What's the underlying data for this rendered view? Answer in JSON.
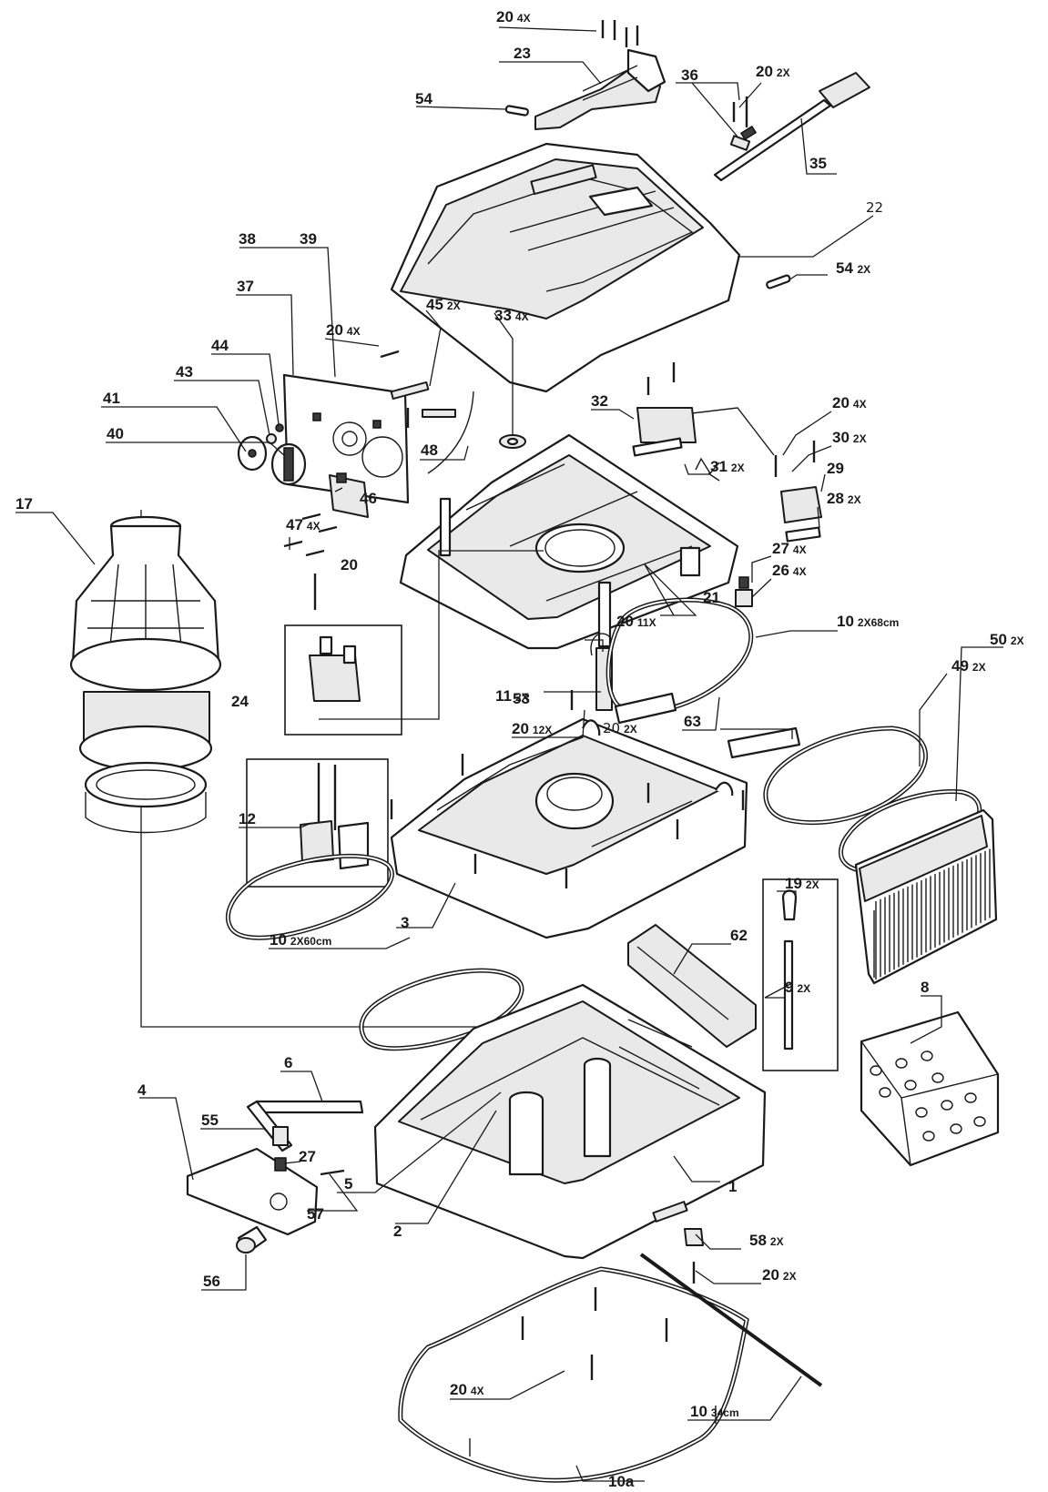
{
  "labels": [
    {
      "num": "20",
      "suffix": "4X"
    },
    {
      "num": "23",
      "suffix": ""
    },
    {
      "num": "54",
      "suffix": ""
    },
    {
      "num": "36",
      "suffix": ""
    },
    {
      "num": "20",
      "suffix": "2X"
    },
    {
      "num": "35",
      "suffix": ""
    },
    {
      "num": "22",
      "suffix": ""
    },
    {
      "num": "54",
      "suffix": "2X"
    },
    {
      "num": "38",
      "suffix": ""
    },
    {
      "num": "39",
      "suffix": ""
    },
    {
      "num": "37",
      "suffix": ""
    },
    {
      "num": "20",
      "suffix": "4X"
    },
    {
      "num": "45",
      "suffix": "2X"
    },
    {
      "num": "33",
      "suffix": "4X"
    },
    {
      "num": "44",
      "suffix": ""
    },
    {
      "num": "43",
      "suffix": ""
    },
    {
      "num": "41",
      "suffix": ""
    },
    {
      "num": "40",
      "suffix": ""
    },
    {
      "num": "32",
      "suffix": ""
    },
    {
      "num": "20",
      "suffix": "4X"
    },
    {
      "num": "30",
      "suffix": "2X"
    },
    {
      "num": "48",
      "suffix": ""
    },
    {
      "num": "31",
      "suffix": "2X"
    },
    {
      "num": "29",
      "suffix": ""
    },
    {
      "num": "46",
      "suffix": ""
    },
    {
      "num": "28",
      "suffix": "2X"
    },
    {
      "num": "17",
      "suffix": ""
    },
    {
      "num": "47",
      "suffix": "4X"
    },
    {
      "num": "27",
      "suffix": "4X"
    },
    {
      "num": "20",
      "suffix": ""
    },
    {
      "num": "26",
      "suffix": "4X"
    },
    {
      "num": "21",
      "suffix": ""
    },
    {
      "num": "20",
      "suffix": "11X"
    },
    {
      "num": "10",
      "suffix": "2X68cm"
    },
    {
      "num": "50",
      "suffix": "2X"
    },
    {
      "num": "24",
      "suffix": ""
    },
    {
      "num": "53",
      "suffix": ""
    },
    {
      "num": "49",
      "suffix": "2X"
    },
    {
      "num": "11",
      "suffix": "2X"
    },
    {
      "num": "20",
      "suffix": "12X"
    },
    {
      "num": "63",
      "suffix": ""
    },
    {
      "num": "20",
      "suffix": "2X"
    },
    {
      "num": "12",
      "suffix": ""
    },
    {
      "num": "19",
      "suffix": "2X"
    },
    {
      "num": "3",
      "suffix": ""
    },
    {
      "num": "62",
      "suffix": ""
    },
    {
      "num": "10",
      "suffix": "2X60cm"
    },
    {
      "num": "9",
      "suffix": "2X"
    },
    {
      "num": "8",
      "suffix": ""
    },
    {
      "num": "6",
      "suffix": ""
    },
    {
      "num": "4",
      "suffix": ""
    },
    {
      "num": "55",
      "suffix": ""
    },
    {
      "num": "27",
      "suffix": ""
    },
    {
      "num": "5",
      "suffix": ""
    },
    {
      "num": "57",
      "suffix": ""
    },
    {
      "num": "2",
      "suffix": ""
    },
    {
      "num": "1",
      "suffix": ""
    },
    {
      "num": "58",
      "suffix": "2X"
    },
    {
      "num": "56",
      "suffix": ""
    },
    {
      "num": "20",
      "suffix": "2X"
    },
    {
      "num": "20",
      "suffix": "4X"
    },
    {
      "num": "10",
      "suffix": "34cm"
    },
    {
      "num": "10a",
      "suffix": ""
    }
  ]
}
